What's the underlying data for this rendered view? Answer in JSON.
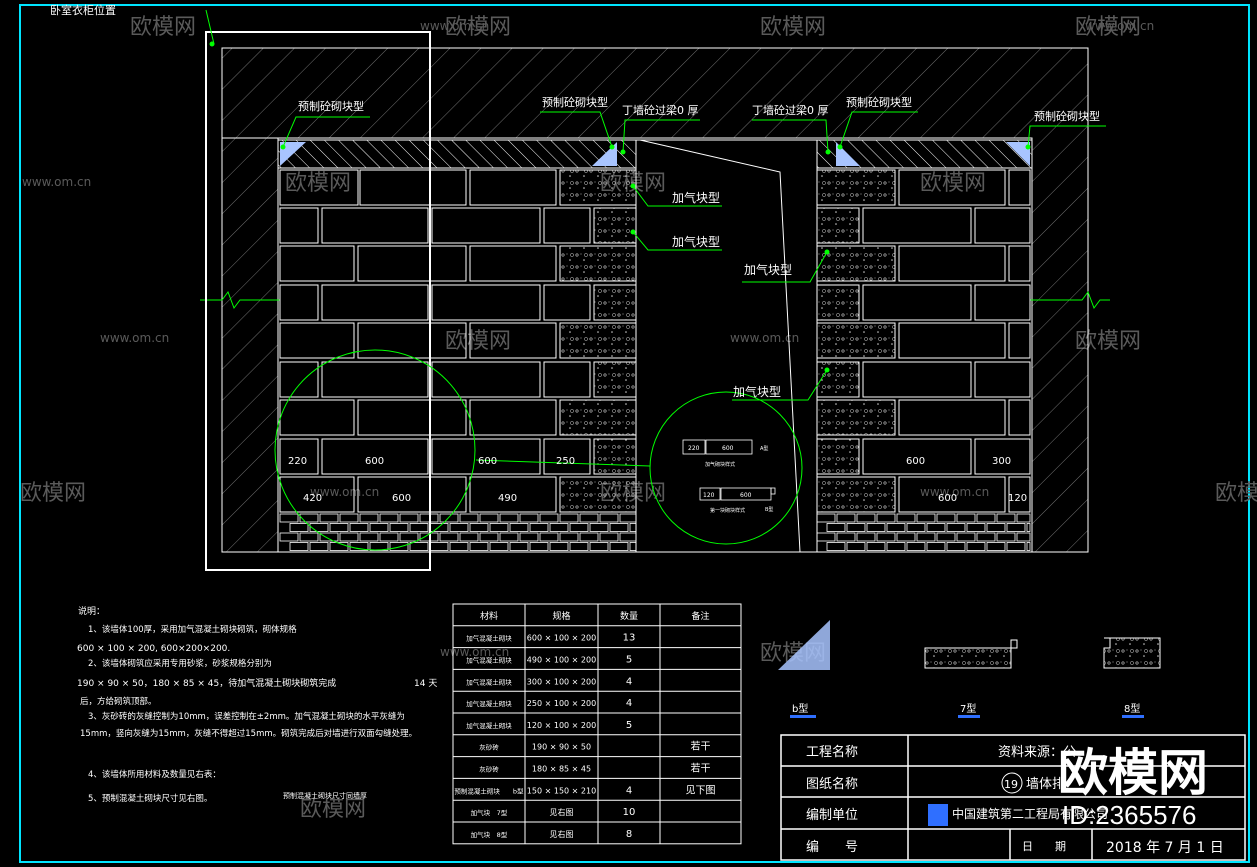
{
  "drawing": {
    "corner_label": "卧室衣柜位置",
    "labels": {
      "precast_block": "预制砼砌块型",
      "ding_lintel": "丁墙砼过梁0 厚",
      "aerated_block": "加气块型"
    },
    "dimensions": {
      "left_row_a": [
        "220",
        "600",
        "600",
        "250"
      ],
      "left_row_b": [
        "420",
        "600",
        "490"
      ],
      "right_row_a": [
        "600",
        "300"
      ],
      "right_row_b": [
        "600",
        "120"
      ],
      "detail_a": [
        "220",
        "600",
        "A型"
      ],
      "detail_b": [
        "120",
        "600",
        "B型"
      ]
    },
    "detail_captions": [
      "加气砌块样式",
      "第一块砌块样式"
    ]
  },
  "notes": {
    "title": "说明：",
    "lines": [
      "1、该墙体100厚，采用加气混凝土砌块砌筑，砌体规格",
      "600 × 100 × 200, 600×200×200.",
      "2、该墙体砌筑应采用专用砂浆，砂浆规格分别为",
      "190 × 90 × 50，180 × 85 × 45，待加气混凝土砌块砌筑完成",
      "14 天",
      "后，方给砌筑顶部。",
      "3、灰砂砖的灰缝控制为10mm，误差控制在±2mm。加气混凝土砌块的水平灰缝为",
      "15mm，竖向灰缝为15mm，灰缝不得超过15mm。砌筑完成后对墙进行双面勾缝处理。",
      "4、该墙体所用材料及数量见右表：",
      "5、预制混凝土砌块尺寸见右图。",
      "预制混凝土砌块尺寸同墙厚"
    ]
  },
  "table": {
    "headers": [
      "材料",
      "规格",
      "数量",
      "备注"
    ],
    "rows": [
      [
        "加气混凝土砌块",
        "600 × 100 × 200",
        "13",
        ""
      ],
      [
        "加气混凝土砌块",
        "490 × 100 × 200",
        "5",
        ""
      ],
      [
        "加气混凝土砌块",
        "300 × 100 × 200",
        "4",
        ""
      ],
      [
        "加气混凝土砌块",
        "250 × 100 × 200",
        "4",
        ""
      ],
      [
        "加气混凝土砌块",
        "120 × 100 × 200",
        "5",
        ""
      ],
      [
        "灰砂砖",
        "190 × 90 × 50",
        "",
        "若干"
      ],
      [
        "灰砂砖",
        "180 × 85 × 45",
        "",
        "若干"
      ],
      [
        "预制混凝土砌块　　b型",
        "150 × 150 × 210",
        "4",
        "见下图"
      ],
      [
        "加气块　7型",
        "见右图",
        "10",
        ""
      ],
      [
        "加气块　8型",
        "见右图",
        "8",
        ""
      ]
    ]
  },
  "types": {
    "b": "b型",
    "seven": "7型",
    "eight": "8型"
  },
  "title_block": {
    "project_label": "工程名称",
    "project_value": "资料来源：公",
    "drawing_label": "图纸名称",
    "drawing_number": "19",
    "drawing_value": "墙体排",
    "unit_label": "编制单位",
    "unit_value": "中国建筑第二工程局有限公司",
    "id_label": "编　　号",
    "date_label": "日　　期",
    "date_value": "2018 年 7 月 1 日"
  },
  "watermark": {
    "brand": "欧模网",
    "site": "www.om.cn",
    "big_brand": "欧模网",
    "id": "ID:2365576"
  },
  "colors": {
    "line": "#ffffff",
    "leader": "#00ff00",
    "frame": "#00e5ff",
    "blue": "#2f6fff",
    "wedge": "#a8c4ff"
  }
}
